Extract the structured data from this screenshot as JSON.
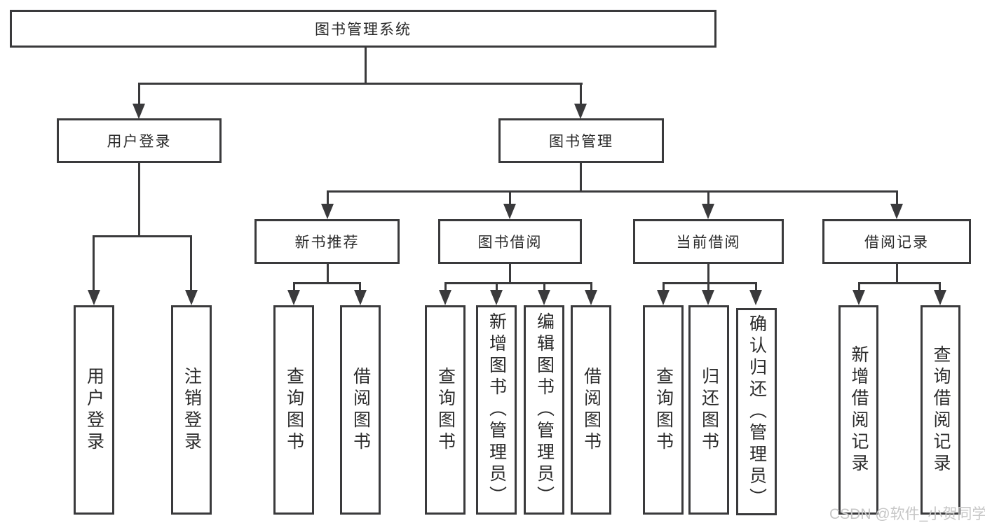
{
  "diagram_type": "hierarchy-tree",
  "tree": {
    "root": {
      "label": "图书管理系统"
    },
    "level2": [
      {
        "id": "user-login",
        "label": "用户登录"
      },
      {
        "id": "book-management",
        "label": "图书管理"
      }
    ],
    "level3": [
      {
        "id": "new-book-recommend",
        "parent": "book-management",
        "label": "新书推荐"
      },
      {
        "id": "book-borrowing",
        "parent": "book-management",
        "label": "图书借阅"
      },
      {
        "id": "current-borrowing",
        "parent": "book-management",
        "label": "当前借阅"
      },
      {
        "id": "borrowing-records",
        "parent": "book-management",
        "label": "借阅记录"
      }
    ],
    "leaves": [
      {
        "parent": "user-login",
        "label": "用户登录"
      },
      {
        "parent": "user-login",
        "label": "注销登录"
      },
      {
        "parent": "new-book-recommend",
        "label": "查询图书"
      },
      {
        "parent": "new-book-recommend",
        "label": "借阅图书"
      },
      {
        "parent": "book-borrowing",
        "label": "查询图书"
      },
      {
        "parent": "book-borrowing",
        "label": "新增图书（管理员）"
      },
      {
        "parent": "book-borrowing",
        "label": "编辑图书（管理员）"
      },
      {
        "parent": "book-borrowing",
        "label": "借阅图书"
      },
      {
        "parent": "current-borrowing",
        "label": "查询图书"
      },
      {
        "parent": "current-borrowing",
        "label": "归还图书"
      },
      {
        "parent": "current-borrowing",
        "label": "确认归还（管理员）"
      },
      {
        "parent": "borrowing-records",
        "label": "新增借阅记录"
      },
      {
        "parent": "borrowing-records",
        "label": "查询借阅记录"
      }
    ]
  },
  "watermark": {
    "text": "CSDN @软件_小贺同学"
  },
  "colors": {
    "line": "#3a3a3c",
    "node_border": "#3a3a3c",
    "node_fill": "#ffffff",
    "text": "#2b2b2b",
    "background": "#ffffff",
    "watermark": "#c6c6c6"
  }
}
